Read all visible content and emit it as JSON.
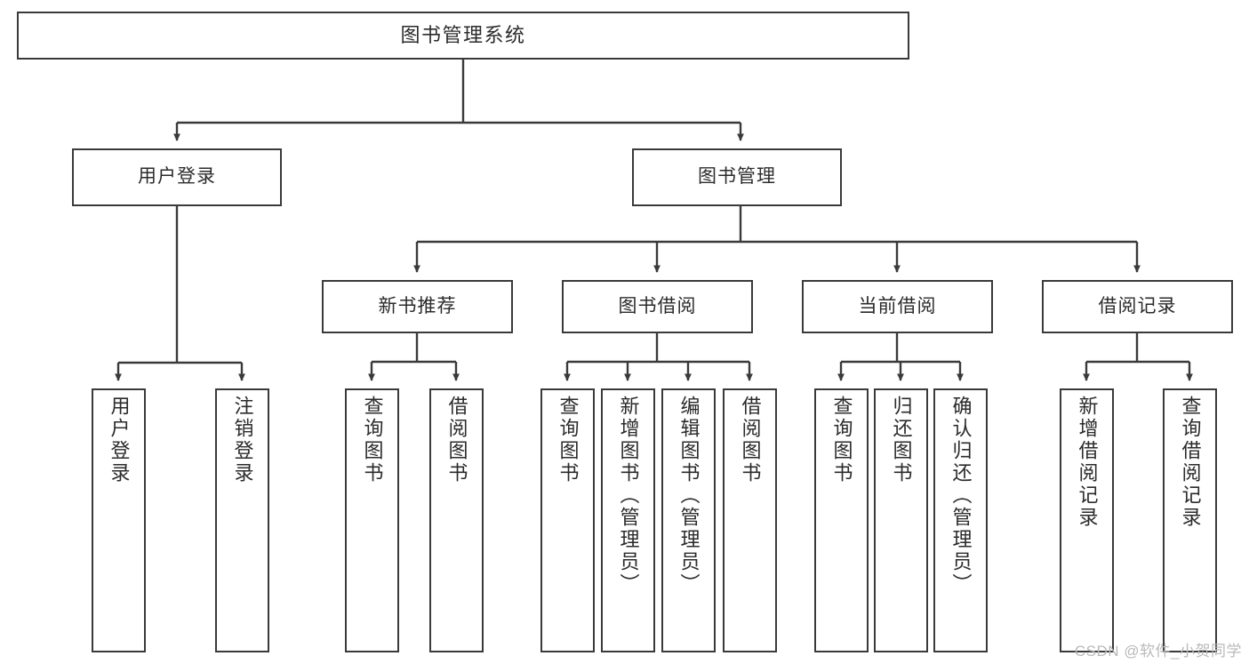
{
  "diagram": {
    "type": "tree",
    "title": "图书管理系统",
    "root": {
      "label": "图书管理系统"
    },
    "level2": [
      {
        "label": "用户登录"
      },
      {
        "label": "图书管理"
      }
    ],
    "level3": [
      {
        "label": "新书推荐"
      },
      {
        "label": "图书借阅"
      },
      {
        "label": "当前借阅"
      },
      {
        "label": "借阅记录"
      }
    ],
    "leaves": {
      "user_login": [
        {
          "label": "用户登录"
        },
        {
          "label": "注销登录"
        }
      ],
      "new_book_recommend": [
        {
          "label": "查询图书"
        },
        {
          "label": "借阅图书"
        }
      ],
      "book_borrow": [
        {
          "label": "查询图书"
        },
        {
          "label": "新增图书（管理员）"
        },
        {
          "label": "编辑图书（管理员）"
        },
        {
          "label": "借阅图书"
        }
      ],
      "current_borrow": [
        {
          "label": "查询图书"
        },
        {
          "label": "归还图书"
        },
        {
          "label": "确认归还（管理员）"
        }
      ],
      "borrow_record": [
        {
          "label": "新增借阅记录"
        },
        {
          "label": "查询借阅记录"
        }
      ]
    }
  },
  "watermark": {
    "text": "CSDN @软件_小贺同学"
  },
  "colors": {
    "border": "#3a3a3a",
    "text": "#2b2b2b",
    "background": "#ffffff",
    "watermark": "#b9b9b9"
  }
}
